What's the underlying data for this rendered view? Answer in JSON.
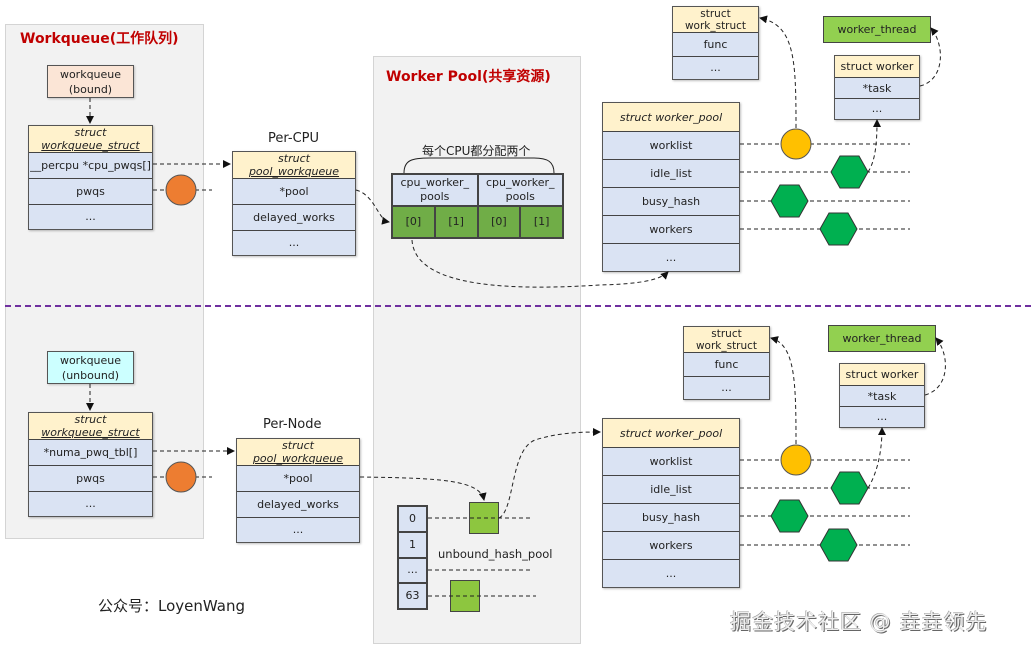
{
  "panels": {
    "workqueue_title": "Workqueue(工作队列)",
    "worker_pool_title": "Worker Pool(共享资源)"
  },
  "bound": {
    "head": "workqueue\n(bound)",
    "head_line1": "workqueue",
    "head_line2": "(bound)",
    "wq_struct": {
      "header_line1": "struct",
      "header_line2": "workqueue_struct",
      "fields": [
        "__percpu *cpu_pwqs[]",
        "pwqs",
        "..."
      ]
    },
    "pwq_label": "Per-CPU",
    "pwq_struct": {
      "header_line1": "struct",
      "header_line2": "pool_workqueue",
      "fields": [
        "*pool",
        "delayed_works",
        "..."
      ]
    },
    "cpu_pools": {
      "brace_label": "每个CPU都分配两个",
      "groups": [
        "cpu_worker_\npools",
        "cpu_worker_\npools"
      ],
      "group_line1": "cpu_worker_",
      "group_line2": "pools",
      "indices": [
        "[0]",
        "[1]",
        "[0]",
        "[1]"
      ]
    },
    "worker_pool": {
      "header": "struct worker_pool",
      "fields": [
        "worklist",
        "idle_list",
        "busy_hash",
        "workers",
        "..."
      ]
    },
    "work_struct": {
      "header_line1": "struct",
      "header_line2": "work_struct",
      "fields": [
        "func",
        "..."
      ]
    },
    "worker_thread": "worker_thread",
    "worker": {
      "header": "struct worker",
      "fields": [
        "*task",
        "..."
      ]
    }
  },
  "unbound": {
    "head_line1": "workqueue",
    "head_line2": "(unbound)",
    "wq_struct": {
      "header_line1": "struct",
      "header_line2": "workqueue_struct",
      "fields": [
        "*numa_pwq_tbl[]",
        "pwqs",
        "..."
      ]
    },
    "pwq_label": "Per-Node",
    "pwq_struct": {
      "header_line1": "struct",
      "header_line2": "pool_workqueue",
      "fields": [
        "*pool",
        "delayed_works",
        "..."
      ]
    },
    "hash_table": {
      "label": "unbound_hash_pool",
      "indices": [
        "0",
        "1",
        "...",
        "63"
      ]
    },
    "worker_pool": {
      "header": "struct worker_pool",
      "fields": [
        "worklist",
        "idle_list",
        "busy_hash",
        "workers",
        "..."
      ]
    },
    "work_struct": {
      "header_line1": "struct",
      "header_line2": "work_struct",
      "fields": [
        "func",
        "..."
      ]
    },
    "worker_thread": "worker_thread",
    "worker": {
      "header": "struct worker",
      "fields": [
        "*task",
        "..."
      ]
    }
  },
  "colors": {
    "panel_title": "#c00000",
    "struct_header": "#fff2cc",
    "struct_body": "#dae3f3",
    "bound_head": "#fbe5d6",
    "unbound_head": "#ccffff",
    "pwq_circle": "#ed7d31",
    "work_circle": "#ffc000",
    "worker_hexagon": "#00b050",
    "pool_green": "#70ad47",
    "light_green": "#92d050",
    "separator": "#7030a0"
  },
  "footer": {
    "credit": "公众号：LoyenWang",
    "watermark": "掘金技术社区 @ 垚垚领先"
  }
}
